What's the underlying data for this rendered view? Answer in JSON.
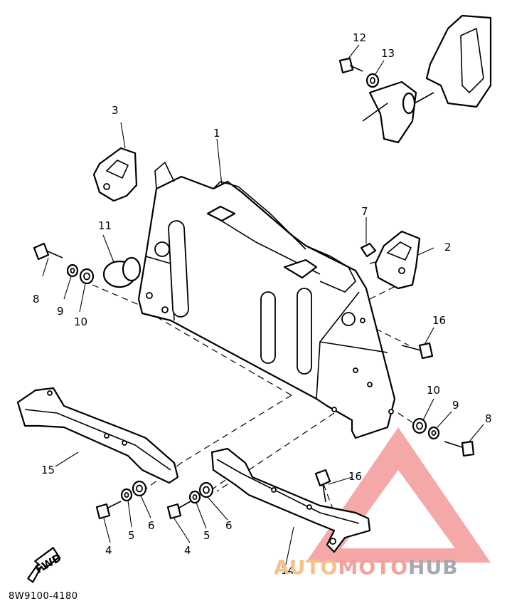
{
  "callouts": [
    {
      "id": "c1",
      "text": "1"
    },
    {
      "id": "c2",
      "text": "2"
    },
    {
      "id": "c3",
      "text": "3"
    },
    {
      "id": "c4a",
      "text": "4"
    },
    {
      "id": "c4b",
      "text": "4"
    },
    {
      "id": "c5a",
      "text": "5"
    },
    {
      "id": "c5b",
      "text": "5"
    },
    {
      "id": "c6a",
      "text": "6"
    },
    {
      "id": "c6b",
      "text": "6"
    },
    {
      "id": "c7",
      "text": "7"
    },
    {
      "id": "c8a",
      "text": "8"
    },
    {
      "id": "c8b",
      "text": "8"
    },
    {
      "id": "c9a",
      "text": "9"
    },
    {
      "id": "c9b",
      "text": "9"
    },
    {
      "id": "c10a",
      "text": "10"
    },
    {
      "id": "c10b",
      "text": "10"
    },
    {
      "id": "c11",
      "text": "11"
    },
    {
      "id": "c12",
      "text": "12"
    },
    {
      "id": "c13",
      "text": "13"
    },
    {
      "id": "c14",
      "text": "14"
    },
    {
      "id": "c15",
      "text": "15"
    },
    {
      "id": "c16a",
      "text": "16"
    },
    {
      "id": "c16b",
      "text": "16"
    }
  ],
  "fwd_label": "FWD",
  "doc_number": "8W9100-4180",
  "watermark": {
    "part1": "AUTO",
    "part2": "MOTO",
    "part3": "HUB",
    "colors": {
      "auto": "#f7c08a",
      "moto": "#f2a19b",
      "hub": "#a7a9ad",
      "triangle": "#f28b8b"
    }
  }
}
